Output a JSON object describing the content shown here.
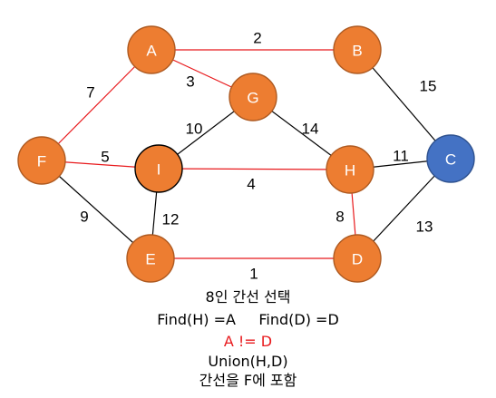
{
  "colors": {
    "node_default": "#ED7D31",
    "node_default_stroke": "#AE5A21",
    "node_highlight": "#4472C4",
    "node_highlight_stroke": "#2F528F",
    "node_selected_stroke": "#000000",
    "edge_selected": "#E8191C",
    "edge_normal": "#000000",
    "text_alert": "#E8191C"
  },
  "nodes": [
    {
      "id": "A",
      "label": "A",
      "style": "default"
    },
    {
      "id": "B",
      "label": "B",
      "style": "default"
    },
    {
      "id": "G",
      "label": "G",
      "style": "default"
    },
    {
      "id": "F",
      "label": "F",
      "style": "default"
    },
    {
      "id": "I",
      "label": "I",
      "style": "selected"
    },
    {
      "id": "H",
      "label": "H",
      "style": "default"
    },
    {
      "id": "C",
      "label": "C",
      "style": "highlight"
    },
    {
      "id": "E",
      "label": "E",
      "style": "default"
    },
    {
      "id": "D",
      "label": "D",
      "style": "default"
    }
  ],
  "edges": [
    {
      "from": "A",
      "to": "B",
      "weight": "2",
      "selected": true
    },
    {
      "from": "A",
      "to": "G",
      "weight": "3",
      "selected": true
    },
    {
      "from": "A",
      "to": "F",
      "weight": "7",
      "selected": true
    },
    {
      "from": "B",
      "to": "C",
      "weight": "15",
      "selected": false
    },
    {
      "from": "G",
      "to": "I",
      "weight": "10",
      "selected": false
    },
    {
      "from": "G",
      "to": "H",
      "weight": "14",
      "selected": false
    },
    {
      "from": "F",
      "to": "I",
      "weight": "5",
      "selected": true
    },
    {
      "from": "F",
      "to": "E",
      "weight": "9",
      "selected": false
    },
    {
      "from": "I",
      "to": "H",
      "weight": "4",
      "selected": true
    },
    {
      "from": "I",
      "to": "E",
      "weight": "12",
      "selected": false
    },
    {
      "from": "H",
      "to": "C",
      "weight": "11",
      "selected": false
    },
    {
      "from": "H",
      "to": "D",
      "weight": "8",
      "selected": true
    },
    {
      "from": "C",
      "to": "D",
      "weight": "13",
      "selected": false
    },
    {
      "from": "E",
      "to": "D",
      "weight": "1",
      "selected": true
    }
  ],
  "caption": {
    "line1": "8인 간선 선택",
    "line2": "Find(H) =A     Find(D) =D",
    "line3": "A != D",
    "line4": "Union(H,D)",
    "line5": "간선을 F에 포함"
  }
}
